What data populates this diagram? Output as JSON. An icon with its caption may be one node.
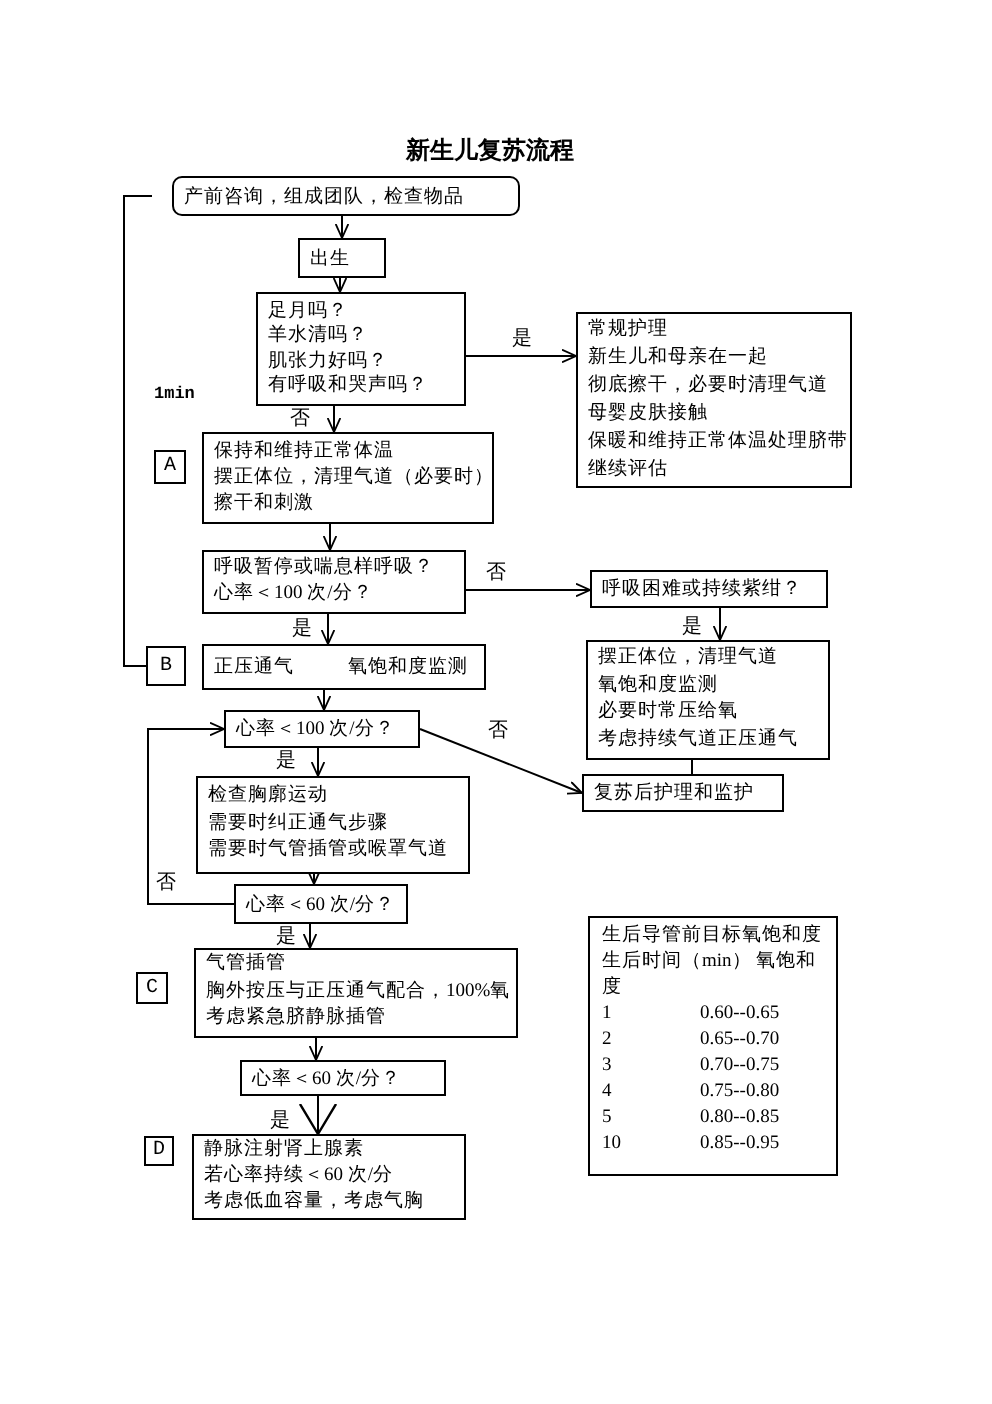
{
  "diagram": {
    "title": "新生儿复苏流程",
    "nodes": [
      {
        "text": [
          "产前咨询，组成团队，检查物品"
        ]
      },
      {
        "text": [
          "出生"
        ]
      },
      {
        "text": [
          "足月吗？",
          "羊水清吗？",
          "肌张力好吗？",
          "有呼吸和哭声吗？"
        ]
      },
      {
        "text": [
          "常规护理",
          "新生儿和母亲在一起",
          "彻底擦干，必要时清理气道",
          "母婴皮肤接触",
          "保暖和维持正常体温处理脐带",
          "继续评估"
        ]
      },
      {
        "text": [
          "A"
        ]
      },
      {
        "text": [
          "保持和维持正常体温",
          "摆正体位，清理气道（必要时）",
          "擦干和刺激"
        ]
      },
      {
        "text": [
          "呼吸暂停或喘息样呼吸？",
          "心率＜100 次/分？"
        ]
      },
      {
        "text": [
          "呼吸困难或持续紫绀？"
        ]
      },
      {
        "text": [
          "B"
        ]
      },
      {
        "text": [
          "正压通气",
          "氧饱和度监测"
        ]
      },
      {
        "text": [
          "摆正体位，清理气道",
          "氧饱和度监测",
          "必要时常压给氧",
          "考虑持续气道正压通气"
        ]
      },
      {
        "text": [
          "心率＜100 次/分？"
        ]
      },
      {
        "text": [
          "复苏后护理和监护"
        ]
      },
      {
        "text": [
          "检查胸廓运动",
          "需要时纠正通气步骤",
          "需要时气管插管或喉罩气道"
        ]
      },
      {
        "text": [
          "心率＜60 次/分？"
        ]
      },
      {
        "text": [
          "C"
        ]
      },
      {
        "text": [
          "气管插管",
          "胸外按压与正压通气配合，100%氧",
          "考虑紧急脐静脉插管"
        ]
      },
      {
        "text": [
          "心率＜60 次/分？"
        ]
      },
      {
        "text": [
          "D"
        ]
      },
      {
        "text": [
          "静脉注射肾上腺素",
          "若心率持续＜60 次/分",
          "考虑低血容量，考虑气胸"
        ]
      },
      {
        "text": [
          "生后导管前目标氧饱和度",
          "生后时间（min） 氧饱和度",
          "1",
          "0.60--0.65",
          "2",
          "0.65--0.70",
          "3",
          "0.70--0.75",
          "4",
          "0.75--0.80",
          "5",
          "0.80--0.85",
          "10",
          "0.85--0.95"
        ]
      }
    ],
    "edges": [
      {
        "from": 0,
        "to": 1,
        "arrow": "to"
      },
      {
        "from": 1,
        "to": 2,
        "arrow": "to"
      },
      {
        "from": 2,
        "to": 3,
        "arrow": "to",
        "label": "是"
      },
      {
        "from": 2,
        "to": 5,
        "arrow": "to",
        "label": "否"
      },
      {
        "from": 5,
        "to": 6,
        "arrow": "to"
      },
      {
        "from": 6,
        "to": 7,
        "arrow": "to",
        "label": "否"
      },
      {
        "from": 6,
        "to": 9,
        "arrow": "to",
        "label": "是"
      },
      {
        "from": 7,
        "to": 10,
        "arrow": "to",
        "label": "是"
      },
      {
        "from": 9,
        "to": 11,
        "arrow": "to"
      },
      {
        "from": 11,
        "to": 12,
        "arrow": "to",
        "label": "否"
      },
      {
        "from": 10,
        "to": 12,
        "arrow": "none"
      },
      {
        "from": 11,
        "to": 13,
        "arrow": "to",
        "label": "是"
      },
      {
        "from": 13,
        "to": 14,
        "arrow": "to"
      },
      {
        "from": 14,
        "to": 11,
        "arrow": "to",
        "label": "否"
      },
      {
        "from": 14,
        "to": 16,
        "arrow": "to",
        "label": "是"
      },
      {
        "from": 16,
        "to": 17,
        "arrow": "to"
      },
      {
        "from": 17,
        "to": 19,
        "arrow": "to",
        "label": "是"
      }
    ],
    "labels": [
      "1min"
    ]
  }
}
